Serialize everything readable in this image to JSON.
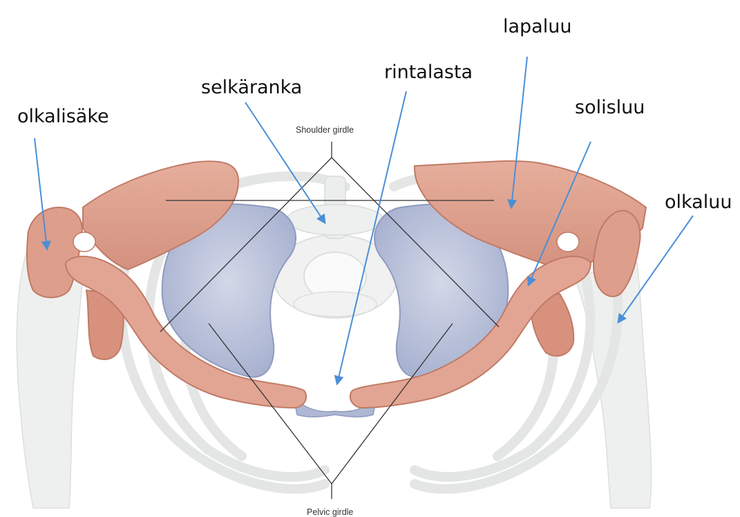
{
  "labels": {
    "olkalisake": "olkalisäke",
    "selkaranka": "selkäranka",
    "rintalasta": "rintalasta",
    "lapaluu": "lapaluu",
    "solisluu": "solisluu",
    "olkaluu": "olkaluu"
  },
  "girdles": {
    "shoulder": "Shoulder girdle",
    "pelvic": "Pelvic girdle"
  },
  "colors": {
    "bone_pink": "#e2a593",
    "bone_pink_dark": "#c97e6b",
    "pelvis_blue": "#b9c1d8",
    "pelvis_blue_dark": "#8f9bbd",
    "ghost_bone": "#eceeed",
    "arrow": "#4a8fd6",
    "leader": "#333333"
  },
  "icons": [
    "arrow-icon"
  ]
}
